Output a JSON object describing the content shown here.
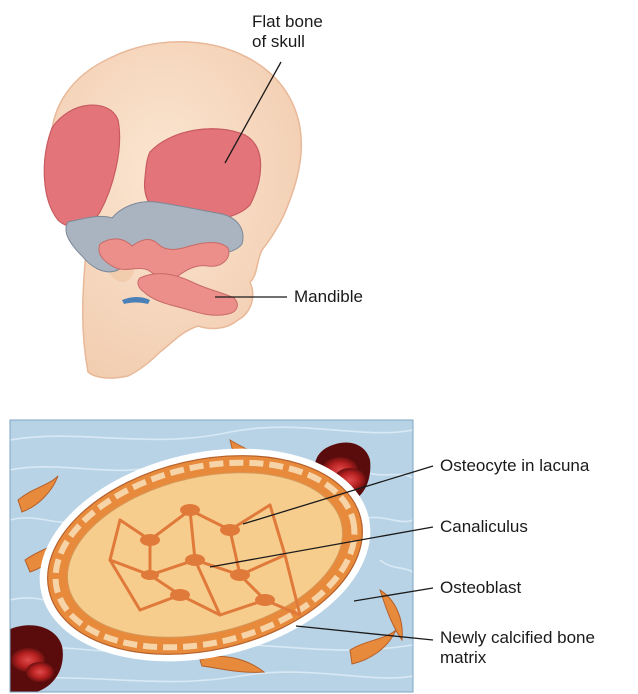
{
  "labels": {
    "flat_bone": "Flat bone\nof skull",
    "mandible": "Mandible",
    "osteocyte": "Osteocyte in lacuna",
    "canaliculus": "Canaliculus",
    "osteoblast": "Osteoblast",
    "newly_calcified": "Newly calcified bone\nmatrix"
  },
  "colors": {
    "skin": "#f8dcc4",
    "skin_shadow": "#efc3a2",
    "flat_bone": "#e2747a",
    "cartilage_gray": "#aab4c0",
    "tissue_bg": "#b9d3e6",
    "matrix": "#f7cd8e",
    "osteoblast": "#e88a3c",
    "blood_cell": "#8b1a1a"
  }
}
